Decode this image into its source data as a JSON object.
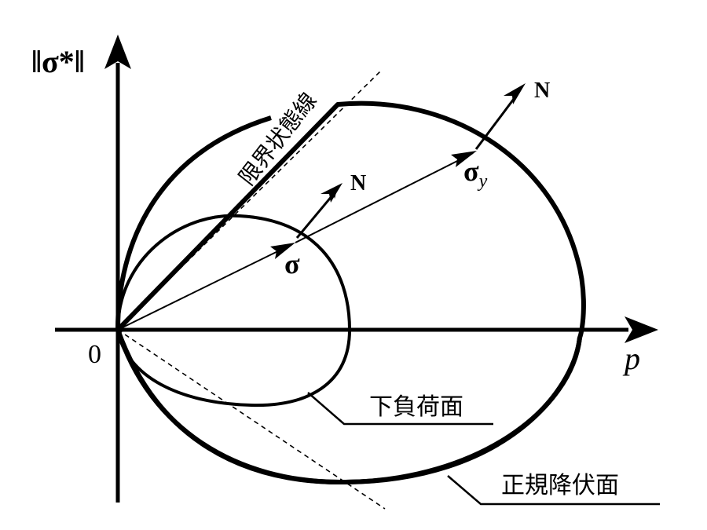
{
  "axes": {
    "y_label": "‖σ*‖",
    "x_label": "p",
    "origin_label": "0"
  },
  "curves": {
    "critical_state_line": "限界状態線",
    "subloading_surface": "下負荷面",
    "normal_yield_surface": "正規降伏面"
  },
  "points": {
    "stress": "σ",
    "yield_stress": "σ",
    "yield_stress_subscript": "y"
  },
  "normals": {
    "inner": "N",
    "outer": "N"
  },
  "colors": {
    "ink": "#000000",
    "background": "#ffffff"
  }
}
